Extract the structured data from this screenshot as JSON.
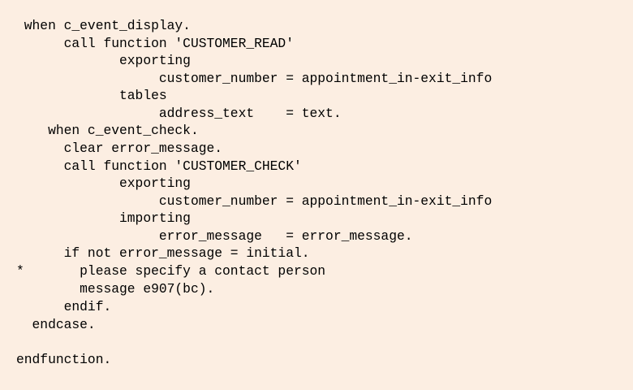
{
  "document": {
    "lines": [
      " when c_event_display.",
      "      call function 'CUSTOMER_READ'",
      "             exporting",
      "                  customer_number = appointment_in-exit_info",
      "             tables",
      "                  address_text    = text.",
      "    when c_event_check.",
      "      clear error_message.",
      "      call function 'CUSTOMER_CHECK'",
      "             exporting",
      "                  customer_number = appointment_in-exit_info",
      "             importing",
      "                  error_message   = error_message.",
      "      if not error_message = initial.",
      "*       please specify a contact person",
      "        message e907(bc).",
      "      endif.",
      "  endcase.",
      "",
      "endfunction."
    ]
  },
  "colors": {
    "background": "#FCEEE2",
    "text": "#000000"
  }
}
